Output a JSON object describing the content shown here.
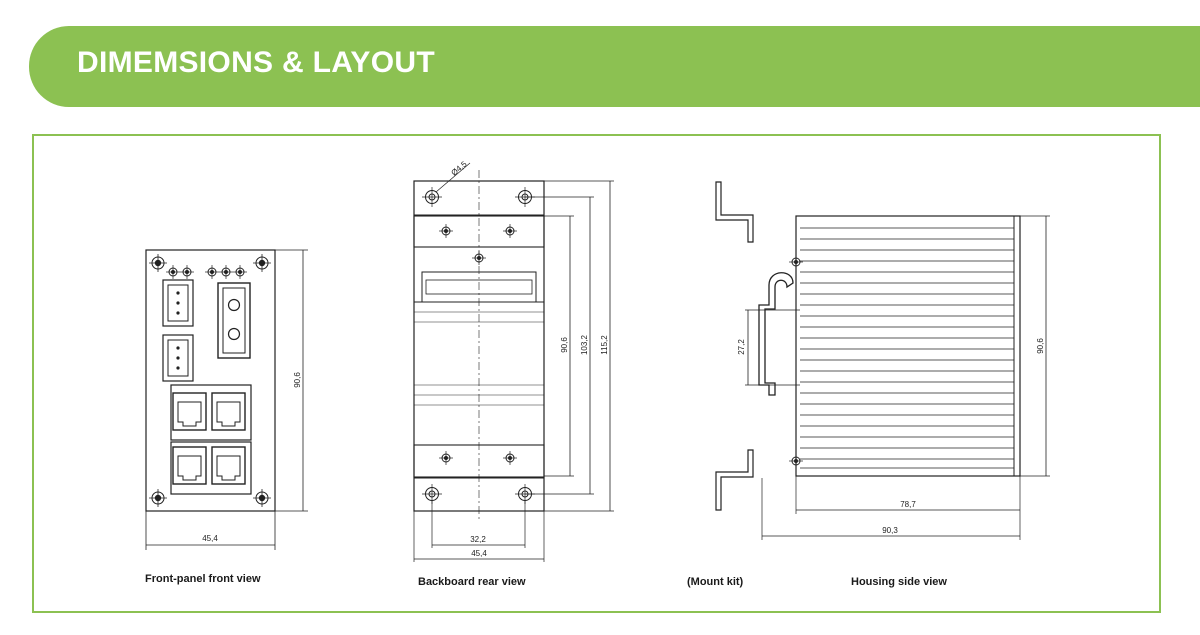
{
  "header": {
    "title": "DIMEMSIONS & LAYOUT"
  },
  "views": {
    "front": {
      "caption": "Front-panel front view",
      "width_label": "45,4",
      "height_label": "90,6"
    },
    "rear": {
      "caption": "Backboard rear view",
      "hole_label": "Ø4,5",
      "hole_spacing_label": "32,2",
      "width_label": "45,4",
      "dim_a_label": "90,6",
      "dim_b_label": "103,2",
      "dim_c_label": "115,2"
    },
    "mount": {
      "caption": "(Mount kit)",
      "rail_label": "27,2"
    },
    "side": {
      "caption": "Housing side view",
      "height_label": "90,6",
      "depth_label": "78,7",
      "total_depth_label": "90,3"
    }
  },
  "colors": {
    "accent": "#8cc152",
    "line": "#222222"
  }
}
